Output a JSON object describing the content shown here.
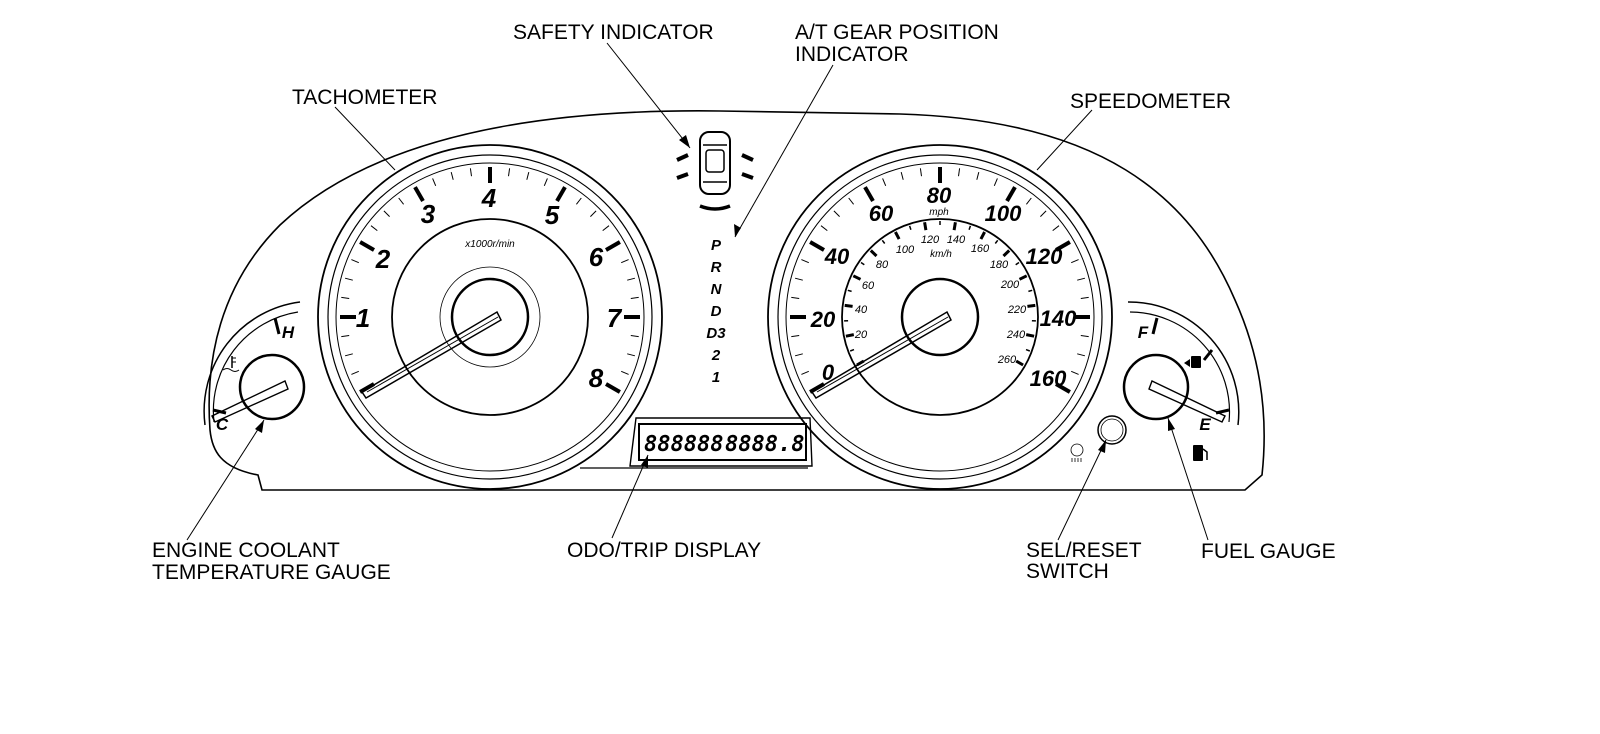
{
  "labels": {
    "safety_indicator": "SAFETY INDICATOR",
    "gear_indicator_line1": "A/T GEAR POSITION",
    "gear_indicator_line2": "INDICATOR",
    "tachometer": "TACHOMETER",
    "speedometer": "SPEEDOMETER",
    "coolant_line1": "ENGINE COOLANT",
    "coolant_line2": "TEMPERATURE GAUGE",
    "odo_trip": "ODO/TRIP DISPLAY",
    "sel_reset_line1": "SEL/RESET",
    "sel_reset_line2": "SWITCH",
    "fuel_gauge": "FUEL GAUGE"
  },
  "tachometer": {
    "numbers": [
      "1",
      "2",
      "3",
      "4",
      "5",
      "6",
      "7",
      "8"
    ],
    "unit": "x1000r/min"
  },
  "speedometer": {
    "mph_numbers": [
      "0",
      "20",
      "40",
      "60",
      "80",
      "100",
      "120",
      "140",
      "160"
    ],
    "mph_unit": "mph",
    "kmh_numbers": [
      "20",
      "40",
      "60",
      "80",
      "100",
      "120",
      "140",
      "160",
      "180",
      "200",
      "220",
      "240",
      "260"
    ],
    "kmh_unit": "km/h"
  },
  "gear_positions": [
    "P",
    "R",
    "N",
    "D",
    "D3",
    "2",
    "1"
  ],
  "coolant_gauge": {
    "hot": "H",
    "cold": "C"
  },
  "fuel_gauge_marks": {
    "full": "F",
    "empty": "E"
  },
  "odo_display": {
    "left": "888888",
    "right": "8888.8"
  }
}
